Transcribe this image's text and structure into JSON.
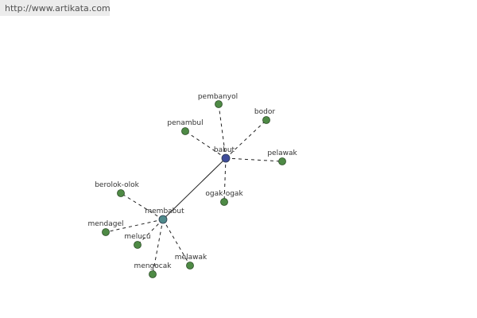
{
  "header": {
    "url": "http://www.artikata.com"
  },
  "colors": {
    "hub_primary": "#3e4c9a",
    "hub_secondary": "#4f8a8b",
    "leaf": "#4e8a45"
  },
  "graph": {
    "nodes": [
      {
        "id": "babut",
        "label": "babut",
        "kind": "hub_primary"
      },
      {
        "id": "membabut",
        "label": "membabut",
        "kind": "hub_secondary"
      },
      {
        "id": "pembanyol",
        "label": "pembanyol",
        "kind": "leaf"
      },
      {
        "id": "bodor",
        "label": "bodor",
        "kind": "leaf"
      },
      {
        "id": "penambul",
        "label": "penambul",
        "kind": "leaf"
      },
      {
        "id": "pelawak",
        "label": "pelawak",
        "kind": "leaf"
      },
      {
        "id": "ogak-ogak",
        "label": "ogak-ogak",
        "kind": "leaf"
      },
      {
        "id": "berolok-olok",
        "label": "berolok-olok",
        "kind": "leaf"
      },
      {
        "id": "mendagel",
        "label": "mendagel",
        "kind": "leaf"
      },
      {
        "id": "melucu",
        "label": "melucu",
        "kind": "leaf"
      },
      {
        "id": "mengocak",
        "label": "mengocak",
        "kind": "leaf"
      },
      {
        "id": "melawak",
        "label": "melawak",
        "kind": "leaf"
      }
    ],
    "edges": [
      {
        "from": "babut",
        "to": "membabut",
        "style": "solid"
      },
      {
        "from": "babut",
        "to": "pembanyol",
        "style": "dashed"
      },
      {
        "from": "babut",
        "to": "bodor",
        "style": "dashed"
      },
      {
        "from": "babut",
        "to": "penambul",
        "style": "dashed"
      },
      {
        "from": "babut",
        "to": "pelawak",
        "style": "dashed"
      },
      {
        "from": "babut",
        "to": "ogak-ogak",
        "style": "dashed"
      },
      {
        "from": "membabut",
        "to": "berolok-olok",
        "style": "dashed"
      },
      {
        "from": "membabut",
        "to": "mendagel",
        "style": "dashed"
      },
      {
        "from": "membabut",
        "to": "melucu",
        "style": "dashed"
      },
      {
        "from": "membabut",
        "to": "mengocak",
        "style": "dashed"
      },
      {
        "from": "membabut",
        "to": "melawak",
        "style": "dashed"
      }
    ]
  }
}
